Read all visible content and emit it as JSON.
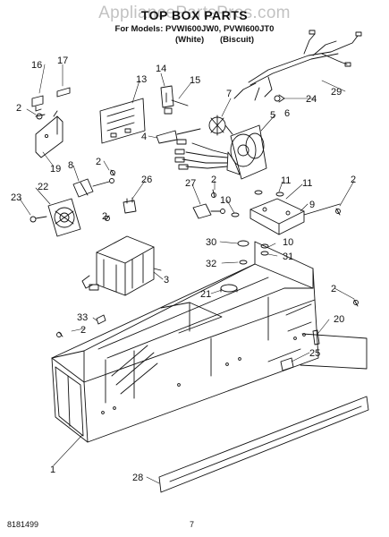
{
  "watermark": "AppliancePartsPros.com",
  "header": {
    "title": "TOP BOX PARTS",
    "models_line": "For Models: PVWI600JW0, PVWI600JT0",
    "color_white": "(White)",
    "color_biscuit": "(Biscuit)"
  },
  "callouts": {
    "c1": "1",
    "c2a": "2",
    "c2b": "2",
    "c2c": "2",
    "c2d": "2",
    "c2e": "2",
    "c2f": "2",
    "c2g": "2",
    "c3": "3",
    "c4": "4",
    "c5": "5",
    "c6": "6",
    "c7": "7",
    "c8": "8",
    "c9": "9",
    "c10a": "10",
    "c10b": "10",
    "c11a": "11",
    "c11b": "11",
    "c13": "13",
    "c14": "14",
    "c15": "15",
    "c16": "16",
    "c17": "17",
    "c19": "19",
    "c20": "20",
    "c21": "21",
    "c22": "22",
    "c23": "23",
    "c24": "24",
    "c25": "25",
    "c26": "26",
    "c27": "27",
    "c28": "28",
    "c29": "29",
    "c30": "30",
    "c31": "31",
    "c32": "32",
    "c33": "33"
  },
  "footer": {
    "doc_number": "8181499",
    "page_number": "7"
  }
}
